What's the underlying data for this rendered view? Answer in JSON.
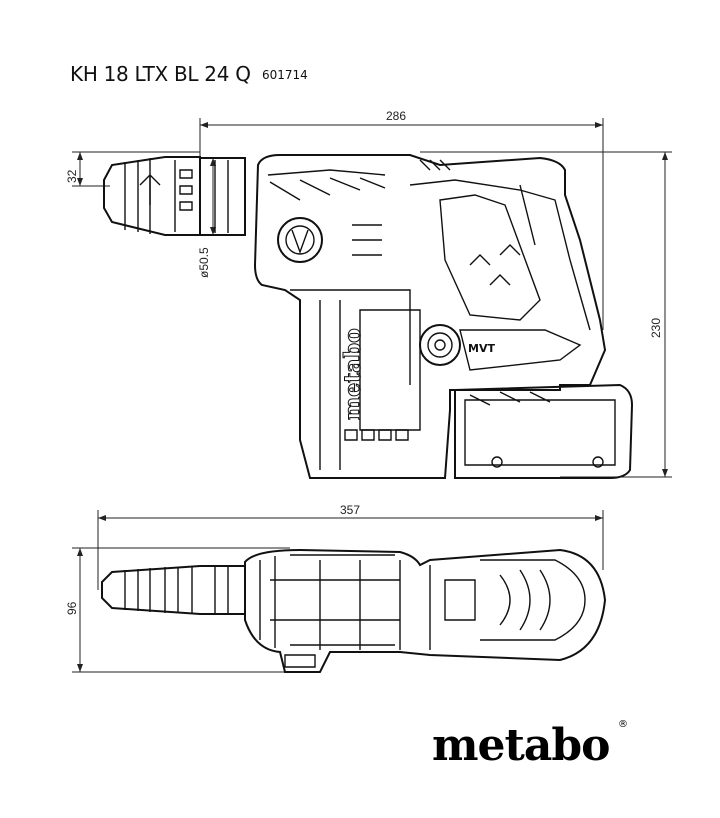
{
  "header": {
    "model": "KH 18 LTX BL 24 Q",
    "article_number": "601714"
  },
  "dimensions": {
    "side_length": "286",
    "side_height": "230",
    "chuck_height": "32",
    "collar_diameter": "ø50.5",
    "top_length": "357",
    "top_width": "96"
  },
  "labels": {
    "housing_brand": "metabo",
    "vibration": "MVT"
  },
  "logo": {
    "text": "metabo",
    "mark": "®"
  }
}
